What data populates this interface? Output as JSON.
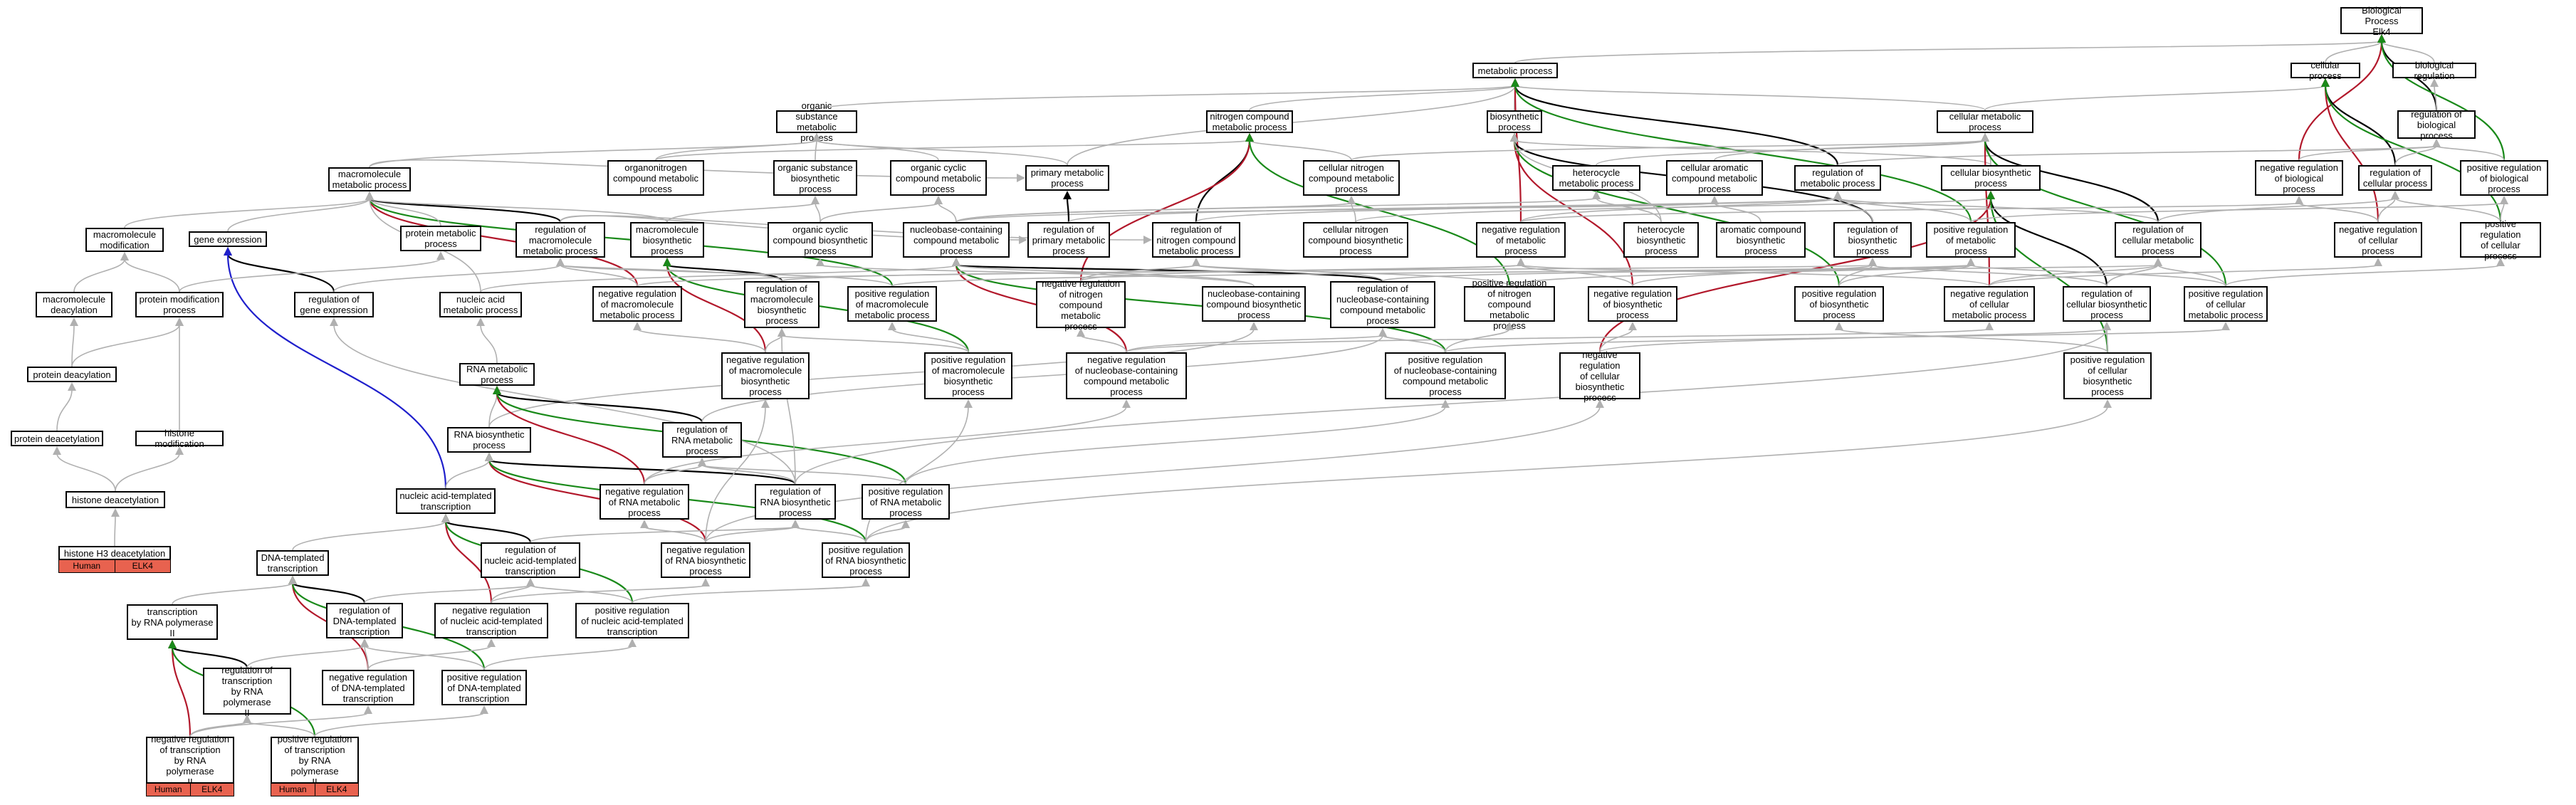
{
  "graph_title": "Biological Process",
  "colors": {
    "is_a": "#b0b0b0",
    "part_of": "#000000",
    "negatively_regulates": "#b2182b",
    "positively_regulates": "#1a8a1a",
    "regulates_to_transcription": "#1f1fcc",
    "annotation_tag": "#e8624f"
  },
  "nodes": [
    {
      "id": "bp",
      "label": "Biological Process\nElk4"
    },
    {
      "id": "mp",
      "label": "metabolic process"
    },
    {
      "id": "cp",
      "label": "cellular process"
    },
    {
      "id": "breg",
      "label": "biological regulation"
    },
    {
      "id": "osmp",
      "label": "organic substance\nmetabolic process"
    },
    {
      "id": "ncmp",
      "label": "nitrogen compound\nmetabolic process"
    },
    {
      "id": "bsp",
      "label": "biosynthetic\nprocess"
    },
    {
      "id": "cmp",
      "label": "cellular metabolic\nprocess"
    },
    {
      "id": "rbp",
      "label": "regulation of\nbiological process"
    },
    {
      "id": "mmp",
      "label": "macromolecule\nmetabolic process"
    },
    {
      "id": "oncmp",
      "label": "organonitrogen\ncompound metabolic\nprocess"
    },
    {
      "id": "osbp",
      "label": "organic substance\nbiosynthetic\nprocess"
    },
    {
      "id": "occmp",
      "label": "organic cyclic\ncompound metabolic\nprocess"
    },
    {
      "id": "pmp",
      "label": "primary metabolic\nprocess"
    },
    {
      "id": "cncmp",
      "label": "cellular nitrogen\ncompound metabolic\nprocess"
    },
    {
      "id": "hmp",
      "label": "heterocycle\nmetabolic process"
    },
    {
      "id": "cacmp",
      "label": "cellular aromatic\ncompound metabolic\nprocess"
    },
    {
      "id": "rmp",
      "label": "regulation of\nmetabolic process"
    },
    {
      "id": "cbp",
      "label": "cellular biosynthetic\nprocess"
    },
    {
      "id": "nrbp",
      "label": "negative regulation\nof biological\nprocess"
    },
    {
      "id": "rcp",
      "label": "regulation of\ncellular process"
    },
    {
      "id": "prbp",
      "label": "positive regulation\nof biological\nprocess"
    },
    {
      "id": "mm",
      "label": "macromolecule\nmodification"
    },
    {
      "id": "ge",
      "label": "gene expression"
    },
    {
      "id": "pmp2",
      "label": "protein metabolic\nprocess"
    },
    {
      "id": "rmmp",
      "label": "regulation of\nmacromolecule\nmetabolic process"
    },
    {
      "id": "mbp",
      "label": "macromolecule\nbiosynthetic\nprocess"
    },
    {
      "id": "occbp",
      "label": "organic cyclic\ncompound biosynthetic\nprocess"
    },
    {
      "id": "nccmp",
      "label": "nucleobase-containing\ncompound metabolic\nprocess"
    },
    {
      "id": "rpmp",
      "label": "regulation of\nprimary metabolic\nprocess"
    },
    {
      "id": "rncmp",
      "label": "regulation of\nnitrogen compound\nmetabolic process"
    },
    {
      "id": "cncbp",
      "label": "cellular nitrogen\ncompound biosynthetic\nprocess"
    },
    {
      "id": "nrmp",
      "label": "negative regulation\nof metabolic\nprocess"
    },
    {
      "id": "hbp",
      "label": "heterocycle\nbiosynthetic\nprocess"
    },
    {
      "id": "acbp",
      "label": "aromatic compound\nbiosynthetic\nprocess"
    },
    {
      "id": "rbsp",
      "label": "regulation of\nbiosynthetic\nprocess"
    },
    {
      "id": "prmp",
      "label": "positive regulation\nof metabolic\nprocess"
    },
    {
      "id": "rcmp",
      "label": "regulation of\ncellular metabolic\nprocess"
    },
    {
      "id": "nrcp",
      "label": "negative regulation\nof cellular\nprocess"
    },
    {
      "id": "prcp",
      "label": "positive regulation\nof cellular\nprocess"
    },
    {
      "id": "md",
      "label": "macromolecule\ndeacylation"
    },
    {
      "id": "pm",
      "label": "protein modification\nprocess"
    },
    {
      "id": "rge",
      "label": "regulation of\ngene expression"
    },
    {
      "id": "nam",
      "label": "nucleic acid\nmetabolic process"
    },
    {
      "id": "nrmmp",
      "label": "negative regulation\nof macromolecule\nmetabolic process"
    },
    {
      "id": "rmbp",
      "label": "regulation of\nmacromolecule\nbiosynthetic\nprocess"
    },
    {
      "id": "prmmp",
      "label": "positive regulation\nof macromolecule\nmetabolic process"
    },
    {
      "id": "nrncmp",
      "label": "negative regulation\nof nitrogen\ncompound metabolic\nprocess"
    },
    {
      "id": "nccbp",
      "label": "nucleobase-containing\ncompound biosynthetic\nprocess"
    },
    {
      "id": "rnccmp",
      "label": "regulation of\nnucleobase-containing\ncompound metabolic\nprocess"
    },
    {
      "id": "prncmp",
      "label": "positive regulation\nof nitrogen\ncompound metabolic\nprocess"
    },
    {
      "id": "nrbsp",
      "label": "negative regulation\nof biosynthetic\nprocess"
    },
    {
      "id": "prbsp",
      "label": "positive regulation\nof biosynthetic\nprocess"
    },
    {
      "id": "nrcmp",
      "label": "negative regulation\nof cellular\nmetabolic process"
    },
    {
      "id": "rcbp",
      "label": "regulation of\ncellular biosynthetic\nprocess"
    },
    {
      "id": "prcmp",
      "label": "positive regulation\nof cellular\nmetabolic process"
    },
    {
      "id": "pd",
      "label": "protein deacylation"
    },
    {
      "id": "rnamp",
      "label": "RNA metabolic\nprocess"
    },
    {
      "id": "nrmbp",
      "label": "negative regulation\nof macromolecule\nbiosynthetic\nprocess"
    },
    {
      "id": "prmbp",
      "label": "positive regulation\nof macromolecule\nbiosynthetic\nprocess"
    },
    {
      "id": "nrnccmp",
      "label": "negative regulation\nof nucleobase-containing\ncompound metabolic\nprocess"
    },
    {
      "id": "prnccmp",
      "label": "positive regulation\nof nucleobase-containing\ncompound metabolic\nprocess"
    },
    {
      "id": "nrcbp",
      "label": "negative regulation\nof cellular\nbiosynthetic\nprocess"
    },
    {
      "id": "prcbp",
      "label": "positive regulation\nof cellular\nbiosynthetic\nprocess"
    },
    {
      "id": "pdeac",
      "label": "protein deacetylation"
    },
    {
      "id": "hmod",
      "label": "histone modification"
    },
    {
      "id": "rnabp",
      "label": "RNA biosynthetic\nprocess"
    },
    {
      "id": "rrnamp",
      "label": "regulation of\nRNA metabolic\nprocess"
    },
    {
      "id": "hdeac",
      "label": "histone deacetylation"
    },
    {
      "id": "nrrnamp",
      "label": "negative regulation\nof RNA metabolic\nprocess"
    },
    {
      "id": "rrnabp",
      "label": "regulation of\nRNA biosynthetic\nprocess"
    },
    {
      "id": "prrnamp",
      "label": "positive regulation\nof RNA metabolic\nprocess"
    },
    {
      "id": "natt",
      "label": "nucleic acid-templated\ntranscription"
    },
    {
      "id": "h3deac",
      "label": "histone H3 deacetylation"
    },
    {
      "id": "rnatt",
      "label": "regulation of\nnucleic acid-templated\ntranscription"
    },
    {
      "id": "nrrnabp",
      "label": "negative regulation\nof RNA biosynthetic\nprocess"
    },
    {
      "id": "prrnabp",
      "label": "positive regulation\nof RNA biosynthetic\nprocess"
    },
    {
      "id": "dtt",
      "label": "DNA-templated\ntranscription"
    },
    {
      "id": "trnap",
      "label": "transcription\nby RNA polymerase\nII"
    },
    {
      "id": "rdtt",
      "label": "regulation of\nDNA-templated\ntranscription"
    },
    {
      "id": "nrnatt",
      "label": "negative regulation\nof nucleic acid-templated\ntranscription"
    },
    {
      "id": "prnatt",
      "label": "positive regulation\nof nucleic acid-templated\ntranscription"
    },
    {
      "id": "rtrnap",
      "label": "regulation of\ntranscription\nby RNA polymerase\nII"
    },
    {
      "id": "nrdtt",
      "label": "negative regulation\nof DNA-templated\ntranscription"
    },
    {
      "id": "prdtt",
      "label": "positive regulation\nof DNA-templated\ntranscription"
    },
    {
      "id": "nrtrnap",
      "label": "negative regulation\nof transcription\nby RNA polymerase\nII"
    },
    {
      "id": "prtrnap",
      "label": "positive regulation\nof transcription\nby RNA polymerase\nII"
    }
  ],
  "annotations": [
    {
      "node": "h3deac",
      "tags": [
        "Human",
        "ELK4"
      ]
    },
    {
      "node": "nrtrnap",
      "tags": [
        "Human",
        "ELK4"
      ]
    },
    {
      "node": "prtrnap",
      "tags": [
        "Human",
        "ELK4"
      ]
    }
  ],
  "edges": [
    [
      "mp",
      "bp",
      "is_a"
    ],
    [
      "cp",
      "bp",
      "is_a"
    ],
    [
      "breg",
      "bp",
      "is_a"
    ],
    [
      "rbp",
      "bp",
      "part_of"
    ],
    [
      "nrbp",
      "bp",
      "negatively_regulates"
    ],
    [
      "prbp",
      "bp",
      "positively_regulates"
    ],
    [
      "osmp",
      "mp",
      "is_a"
    ],
    [
      "ncmp",
      "mp",
      "is_a"
    ],
    [
      "bsp",
      "mp",
      "is_a"
    ],
    [
      "cmp",
      "mp",
      "is_a"
    ],
    [
      "pmp",
      "mp",
      "is_a"
    ],
    [
      "rmp",
      "mp",
      "part_of"
    ],
    [
      "nrmp",
      "mp",
      "negatively_regulates"
    ],
    [
      "prmp",
      "mp",
      "positively_regulates"
    ],
    [
      "cmp",
      "cp",
      "is_a"
    ],
    [
      "rcp",
      "cp",
      "part_of"
    ],
    [
      "nrcp",
      "cp",
      "negatively_regulates"
    ],
    [
      "prcp",
      "cp",
      "positively_regulates"
    ],
    [
      "rbp",
      "breg",
      "is_a"
    ],
    [
      "rcp",
      "rbp",
      "is_a"
    ],
    [
      "nrbp",
      "rbp",
      "is_a"
    ],
    [
      "prbp",
      "rbp",
      "is_a"
    ],
    [
      "rmp",
      "rbp",
      "is_a"
    ],
    [
      "cbp",
      "bsp",
      "is_a"
    ],
    [
      "cbp",
      "cmp",
      "is_a"
    ],
    [
      "rcmp",
      "cmp",
      "part_of"
    ],
    [
      "nrcmp",
      "cmp",
      "negatively_regulates"
    ],
    [
      "prcmp",
      "cmp",
      "positively_regulates"
    ],
    [
      "rbsp",
      "bsp",
      "part_of"
    ],
    [
      "nrbsp",
      "bsp",
      "negatively_regulates"
    ],
    [
      "prbsp",
      "bsp",
      "positively_regulates"
    ],
    [
      "mmp",
      "osmp",
      "is_a"
    ],
    [
      "mmp",
      "pmp",
      "is_a"
    ],
    [
      "oncmp",
      "osmp",
      "is_a"
    ],
    [
      "osbp",
      "osmp",
      "is_a"
    ],
    [
      "occmp",
      "osmp",
      "is_a"
    ],
    [
      "pmp",
      "osmp",
      "is_a"
    ],
    [
      "oncmp",
      "ncmp",
      "is_a"
    ],
    [
      "cncmp",
      "ncmp",
      "is_a"
    ],
    [
      "rncmp",
      "ncmp",
      "part_of"
    ],
    [
      "nrncmp",
      "ncmp",
      "negatively_regulates"
    ],
    [
      "prncmp",
      "ncmp",
      "positively_regulates"
    ],
    [
      "hmp",
      "cmp",
      "is_a"
    ],
    [
      "cacmp",
      "cmp",
      "is_a"
    ],
    [
      "cncmp",
      "cmp",
      "is_a"
    ],
    [
      "rmmp",
      "mmp",
      "part_of"
    ],
    [
      "nrmmp",
      "mmp",
      "negatively_regulates"
    ],
    [
      "prmmp",
      "mmp",
      "positively_regulates"
    ],
    [
      "pmp2",
      "mmp",
      "is_a"
    ],
    [
      "ge",
      "mmp",
      "is_a"
    ],
    [
      "mm",
      "mmp",
      "is_a"
    ],
    [
      "mbp",
      "mmp",
      "is_a"
    ],
    [
      "nam",
      "mmp",
      "is_a"
    ],
    [
      "rge",
      "ge",
      "part_of"
    ],
    [
      "natt",
      "ge",
      "regulates_to_transcription"
    ],
    [
      "mbp",
      "osbp",
      "is_a"
    ],
    [
      "occbp",
      "osbp",
      "is_a"
    ],
    [
      "occbp",
      "occmp",
      "is_a"
    ],
    [
      "nccmp",
      "occmp",
      "is_a"
    ],
    [
      "nccmp",
      "hmp",
      "is_a"
    ],
    [
      "nccmp",
      "cacmp",
      "is_a"
    ],
    [
      "nccmp",
      "cncmp",
      "is_a"
    ],
    [
      "rpmp",
      "pmp",
      "part_of"
    ],
    [
      "rncmp",
      "rmp",
      "is_a"
    ],
    [
      "rpmp",
      "rmp",
      "is_a"
    ],
    [
      "rmmp",
      "rpmp",
      "is_a"
    ],
    [
      "rmmp",
      "rncmp",
      "is_a"
    ],
    [
      "cncbp",
      "cncmp",
      "is_a"
    ],
    [
      "cncbp",
      "cbp",
      "is_a"
    ],
    [
      "hbp",
      "hmp",
      "is_a"
    ],
    [
      "acbp",
      "cacmp",
      "is_a"
    ],
    [
      "hbp",
      "bsp",
      "is_a"
    ],
    [
      "rbsp",
      "rmp",
      "is_a"
    ],
    [
      "rcmp",
      "rmp",
      "is_a"
    ],
    [
      "rcmp",
      "rcp",
      "is_a"
    ],
    [
      "nrmp",
      "rmp",
      "is_a"
    ],
    [
      "prmp",
      "rmp",
      "is_a"
    ],
    [
      "rmbp",
      "mbp",
      "part_of"
    ],
    [
      "nrmbp",
      "mbp",
      "negatively_regulates"
    ],
    [
      "prmbp",
      "mbp",
      "positively_regulates"
    ],
    [
      "rnccmp",
      "nccmp",
      "part_of"
    ],
    [
      "nrnccmp",
      "nccmp",
      "negatively_regulates"
    ],
    [
      "prnccmp",
      "nccmp",
      "positively_regulates"
    ],
    [
      "rcbp",
      "cbp",
      "part_of"
    ],
    [
      "nrcbp",
      "cbp",
      "negatively_regulates"
    ],
    [
      "prcbp",
      "cbp",
      "positively_regulates"
    ],
    [
      "md",
      "mm",
      "is_a"
    ],
    [
      "pm",
      "mm",
      "is_a"
    ],
    [
      "pm",
      "pmp2",
      "is_a"
    ],
    [
      "pd",
      "md",
      "is_a"
    ],
    [
      "pd",
      "pm",
      "is_a"
    ],
    [
      "pdeac",
      "pd",
      "is_a"
    ],
    [
      "hmod",
      "pm",
      "is_a"
    ],
    [
      "hdeac",
      "pdeac",
      "is_a"
    ],
    [
      "hdeac",
      "hmod",
      "is_a"
    ],
    [
      "h3deac",
      "hdeac",
      "is_a"
    ],
    [
      "nccbp",
      "nccmp",
      "is_a"
    ],
    [
      "nccbp",
      "occbp",
      "is_a"
    ],
    [
      "nam",
      "nccmp",
      "is_a"
    ],
    [
      "rnamp",
      "nam",
      "is_a"
    ],
    [
      "rnabp",
      "rnamp",
      "is_a"
    ],
    [
      "rnabp",
      "nccbp",
      "is_a"
    ],
    [
      "rrnamp",
      "rnamp",
      "part_of"
    ],
    [
      "nrrnamp",
      "rnamp",
      "negatively_regulates"
    ],
    [
      "prrnamp",
      "rnamp",
      "positively_regulates"
    ],
    [
      "rrnabp",
      "rnabp",
      "part_of"
    ],
    [
      "nrrnabp",
      "rnabp",
      "negatively_regulates"
    ],
    [
      "prrnabp",
      "rnabp",
      "positively_regulates"
    ],
    [
      "natt",
      "rnabp",
      "is_a"
    ],
    [
      "rnatt",
      "natt",
      "part_of"
    ],
    [
      "nrnatt",
      "natt",
      "negatively_regulates"
    ],
    [
      "prnatt",
      "natt",
      "positively_regulates"
    ],
    [
      "dtt",
      "natt",
      "is_a"
    ],
    [
      "rdtt",
      "dtt",
      "part_of"
    ],
    [
      "nrdtt",
      "dtt",
      "negatively_regulates"
    ],
    [
      "prdtt",
      "dtt",
      "positively_regulates"
    ],
    [
      "trnap",
      "dtt",
      "is_a"
    ],
    [
      "rtrnap",
      "trnap",
      "part_of"
    ],
    [
      "nrtrnap",
      "trnap",
      "negatively_regulates"
    ],
    [
      "prtrnap",
      "trnap",
      "positively_regulates"
    ],
    [
      "rtrnap",
      "rdtt",
      "is_a"
    ],
    [
      "nrtrnap",
      "nrdtt",
      "is_a"
    ],
    [
      "prtrnap",
      "prdtt",
      "is_a"
    ],
    [
      "nrtrnap",
      "rtrnap",
      "is_a"
    ],
    [
      "prtrnap",
      "rtrnap",
      "is_a"
    ],
    [
      "nrdtt",
      "rdtt",
      "is_a"
    ],
    [
      "prdtt",
      "rdtt",
      "is_a"
    ],
    [
      "nrdtt",
      "nrnatt",
      "is_a"
    ],
    [
      "prdtt",
      "prnatt",
      "is_a"
    ],
    [
      "rdtt",
      "rnatt",
      "is_a"
    ],
    [
      "nrnatt",
      "rnatt",
      "is_a"
    ],
    [
      "prnatt",
      "rnatt",
      "is_a"
    ],
    [
      "nrnatt",
      "nrrnabp",
      "is_a"
    ],
    [
      "prnatt",
      "prrnabp",
      "is_a"
    ],
    [
      "rnatt",
      "rrnabp",
      "is_a"
    ],
    [
      "nrrnabp",
      "rrnabp",
      "is_a"
    ],
    [
      "prrnabp",
      "rrnabp",
      "is_a"
    ],
    [
      "rrnabp",
      "rrnamp",
      "is_a"
    ],
    [
      "nrrnabp",
      "nrrnamp",
      "is_a"
    ],
    [
      "prrnabp",
      "prrnamp",
      "is_a"
    ],
    [
      "nrrnamp",
      "rrnamp",
      "is_a"
    ],
    [
      "prrnamp",
      "rrnamp",
      "is_a"
    ],
    [
      "rrnamp",
      "rnccmp",
      "is_a"
    ],
    [
      "rrnabp",
      "rmbp",
      "is_a"
    ],
    [
      "rrnabp",
      "rcbp",
      "is_a"
    ],
    [
      "nrrnabp",
      "nrmbp",
      "is_a"
    ],
    [
      "prrnabp",
      "prmbp",
      "is_a"
    ],
    [
      "nrrnabp",
      "nrcbp",
      "is_a"
    ],
    [
      "prrnabp",
      "prcbp",
      "is_a"
    ],
    [
      "rmbp",
      "rmmp",
      "is_a"
    ],
    [
      "rmbp",
      "rbsp",
      "is_a"
    ],
    [
      "nrmbp",
      "nrmmp",
      "is_a"
    ],
    [
      "prmbp",
      "prmmp",
      "is_a"
    ],
    [
      "nrmbp",
      "rmbp",
      "is_a"
    ],
    [
      "prmbp",
      "rmbp",
      "is_a"
    ],
    [
      "rnccmp",
      "rcmp",
      "is_a"
    ],
    [
      "rnccmp",
      "rncmp",
      "is_a"
    ],
    [
      "nrnccmp",
      "rnccmp",
      "is_a"
    ],
    [
      "prnccmp",
      "rnccmp",
      "is_a"
    ],
    [
      "nrnccmp",
      "nrcmp",
      "is_a"
    ],
    [
      "prnccmp",
      "prcmp",
      "is_a"
    ],
    [
      "nrnccmp",
      "nrncmp",
      "is_a"
    ],
    [
      "prnccmp",
      "prncmp",
      "is_a"
    ],
    [
      "nrrnamp",
      "nrnccmp",
      "is_a"
    ],
    [
      "prrnamp",
      "prnccmp",
      "is_a"
    ],
    [
      "rcbp",
      "rbsp",
      "is_a"
    ],
    [
      "rcbp",
      "rcmp",
      "is_a"
    ],
    [
      "nrcbp",
      "rcbp",
      "is_a"
    ],
    [
      "prcbp",
      "rcbp",
      "is_a"
    ],
    [
      "nrcbp",
      "nrbsp",
      "is_a"
    ],
    [
      "prcbp",
      "prbsp",
      "is_a"
    ],
    [
      "nrbsp",
      "rbsp",
      "is_a"
    ],
    [
      "prbsp",
      "rbsp",
      "is_a"
    ],
    [
      "nrbsp",
      "nrmp",
      "is_a"
    ],
    [
      "prbsp",
      "prmp",
      "is_a"
    ],
    [
      "nrcmp",
      "rcmp",
      "is_a"
    ],
    [
      "prcmp",
      "rcmp",
      "is_a"
    ],
    [
      "nrcmp",
      "nrmp",
      "is_a"
    ],
    [
      "prcmp",
      "prmp",
      "is_a"
    ],
    [
      "nrcmp",
      "nrcp",
      "is_a"
    ],
    [
      "prcmp",
      "prcp",
      "is_a"
    ],
    [
      "nrmmp",
      "rmmp",
      "is_a"
    ],
    [
      "prmmp",
      "rmmp",
      "is_a"
    ],
    [
      "nrmmp",
      "nrmp",
      "is_a"
    ],
    [
      "prmmp",
      "prmp",
      "is_a"
    ],
    [
      "nrncmp",
      "rncmp",
      "is_a"
    ],
    [
      "prncmp",
      "rncmp",
      "is_a"
    ],
    [
      "nrncmp",
      "nrmp",
      "is_a"
    ],
    [
      "prncmp",
      "prmp",
      "is_a"
    ],
    [
      "nrcp",
      "rcp",
      "is_a"
    ],
    [
      "prcp",
      "rcp",
      "is_a"
    ],
    [
      "nrcp",
      "nrbp",
      "is_a"
    ],
    [
      "prcp",
      "prbp",
      "is_a"
    ],
    [
      "nrmp",
      "nrbp",
      "is_a"
    ],
    [
      "prmp",
      "prbp",
      "is_a"
    ],
    [
      "rge",
      "rmmp",
      "is_a"
    ],
    [
      "rrnabp",
      "rge",
      "is_a"
    ]
  ]
}
